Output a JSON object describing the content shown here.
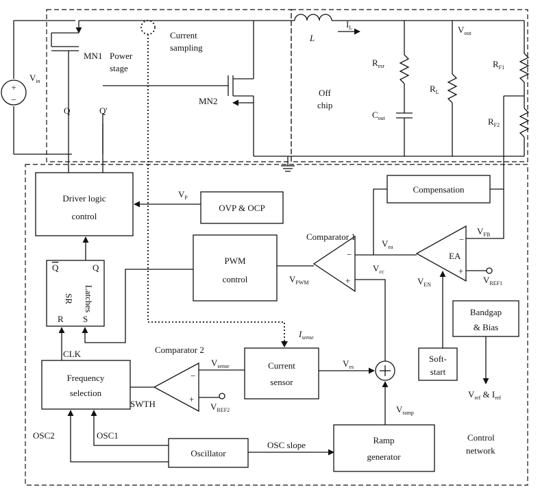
{
  "regions": {
    "power_stage": "Power stage",
    "current_sampling": "Current sampling",
    "off_chip": "Off chip",
    "control_network": "Control network"
  },
  "components": {
    "vin": {
      "main": "V",
      "sub": "in"
    },
    "mn1": "MN1",
    "mn2": "MN2",
    "inductor": "L",
    "il": {
      "main": "I",
      "sub": "L"
    },
    "resr": {
      "main": "R",
      "sub": "esr"
    },
    "cout": {
      "main": "C",
      "sub": "out"
    },
    "rl": {
      "main": "R",
      "sub": "L"
    },
    "vout": {
      "main": "V",
      "sub": "out"
    },
    "rf1": {
      "main": "R",
      "sub": "F1"
    },
    "rf2": {
      "main": "R",
      "sub": "F2"
    }
  },
  "blocks": {
    "driver_logic": [
      "Driver logic",
      "control"
    ],
    "ovp_ocp": "OVP & OCP",
    "compensation": "Compensation",
    "pwm_control": [
      "PWM",
      "control"
    ],
    "latches": {
      "sr": "SR",
      "latches": "Latches",
      "r": "R",
      "s": "S",
      "q": "Q"
    },
    "current_sensor": [
      "Current",
      "sensor"
    ],
    "frequency_selection": [
      "Frequency",
      "selection"
    ],
    "bandgap": [
      "Bandgap",
      "& Bias"
    ],
    "soft_start": [
      "Soft-",
      "start"
    ],
    "oscillator": "Oscillator",
    "ramp_generator": [
      "Ramp",
      "generator"
    ],
    "ea": "EA"
  },
  "signals": {
    "q": "Q",
    "q_prime": "Q'",
    "vp": {
      "main": "V",
      "sub": "P"
    },
    "comparator1": "Comparator 1",
    "comparator2": "Comparator 2",
    "vea": {
      "main": "V",
      "sub": "ea"
    },
    "vfb": {
      "main": "V",
      "sub": "FB"
    },
    "vcc": {
      "main": "V",
      "sub": "cc"
    },
    "vpwm": {
      "main": "V",
      "sub": "PWM"
    },
    "ven": {
      "main": "V",
      "sub": "EN"
    },
    "vref1": {
      "main": "V",
      "sub": "REF1"
    },
    "vref2": {
      "main": "V",
      "sub": "REF2"
    },
    "isense": {
      "main": "I",
      "sub": "sense"
    },
    "vsense": {
      "main": "V",
      "sub": "sense"
    },
    "ves": {
      "main": "V",
      "sub": "es"
    },
    "vramp": {
      "main": "V",
      "sub": "ramp"
    },
    "vref_iref": {
      "v": "V",
      "vsub": "ref",
      "amp": " & I",
      "isub": "ref"
    },
    "clk": "CLK",
    "swth": "SWTH",
    "osc1": "OSC1",
    "osc2": "OSC2",
    "osc_slope": "OSC slope"
  }
}
